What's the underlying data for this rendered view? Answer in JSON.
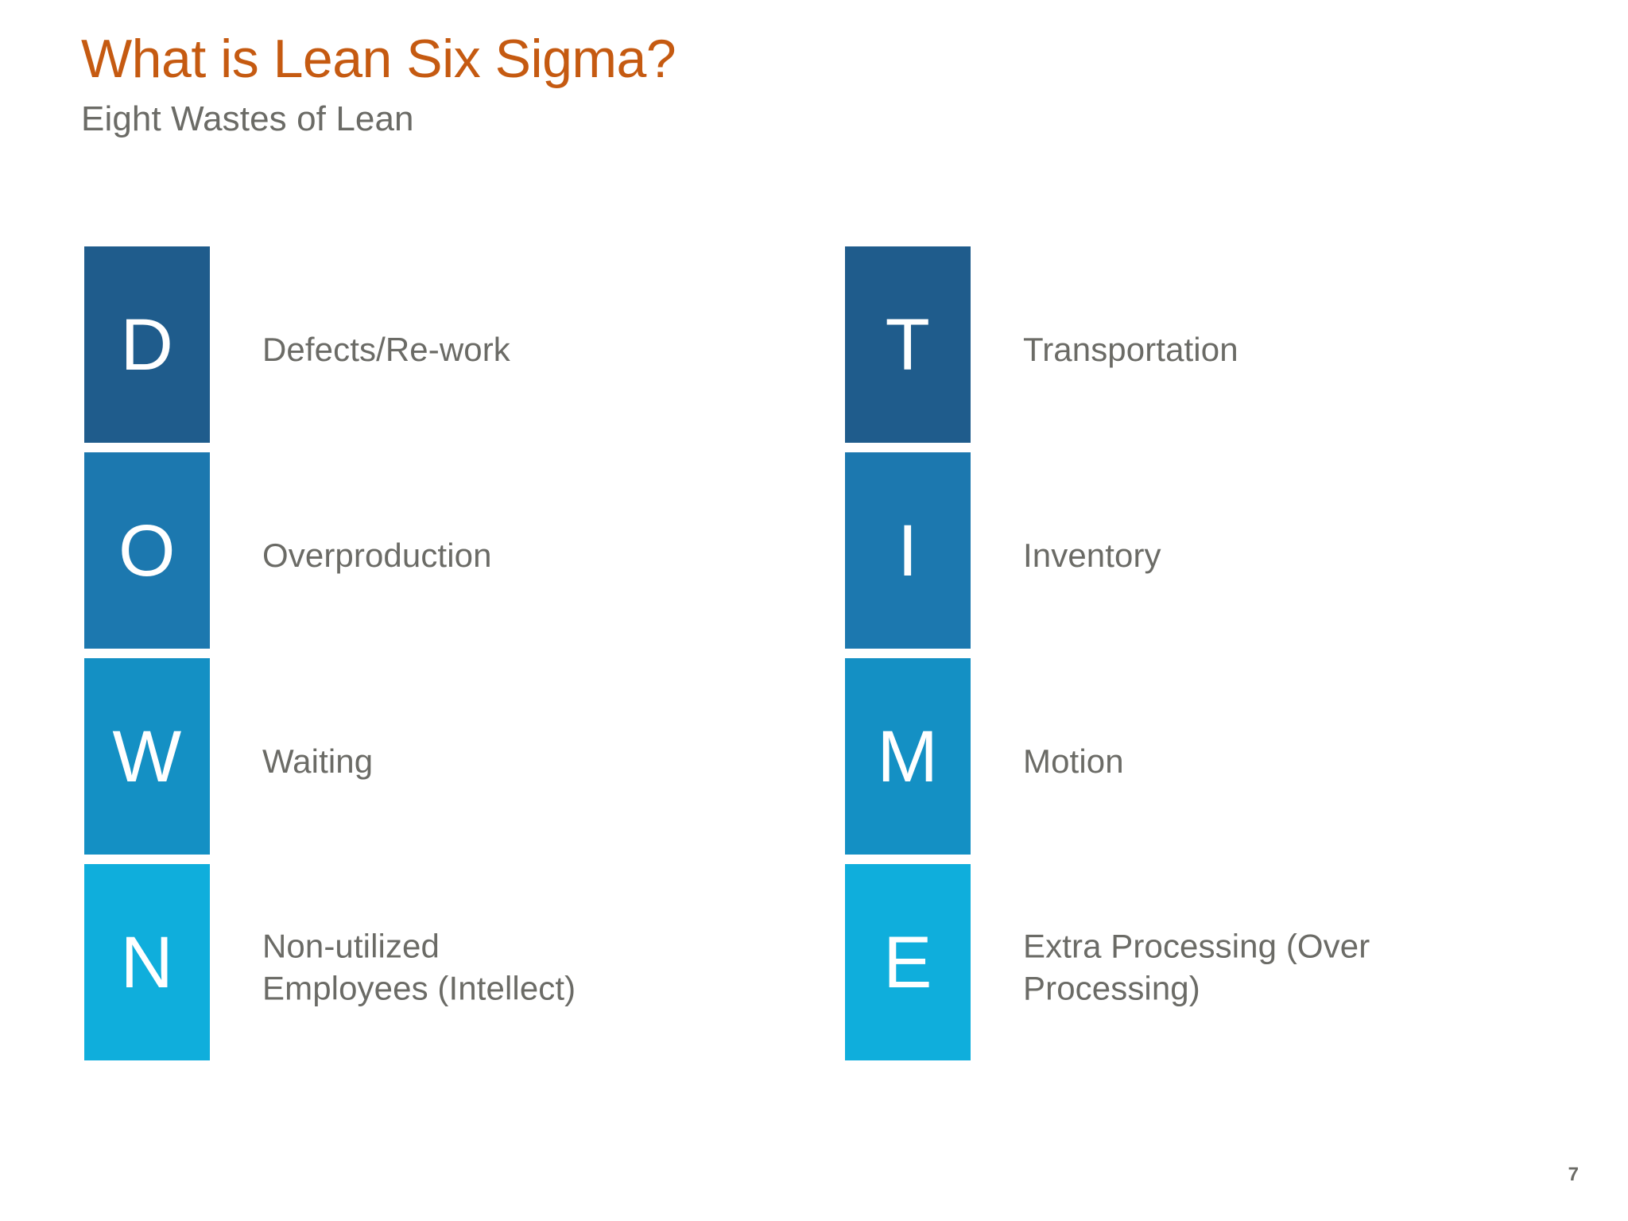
{
  "slide": {
    "title": "What is Lean Six Sigma?",
    "subtitle": "Eight Wastes of Lean",
    "page_number": "7",
    "background_color": "#FFFFFF",
    "title_color": "#C55A11",
    "text_color": "#6B6B66"
  },
  "columns": [
    {
      "name": "DOWN",
      "acronym": "DOWN",
      "items": [
        {
          "letter": "D",
          "label": "Defects/Re-work",
          "lines": [
            "Defects/Re-work"
          ],
          "color": "#1F5C8C"
        },
        {
          "letter": "O",
          "label": "Overproduction",
          "lines": [
            "Overproduction"
          ],
          "color": "#1C78AF"
        },
        {
          "letter": "W",
          "label": "Waiting",
          "lines": [
            "Waiting"
          ],
          "color": "#1490C4"
        },
        {
          "letter": "N",
          "label": "Non-utilized Employees (Intellect)",
          "lines": [
            "Non-utilized",
            "Employees (Intellect)"
          ],
          "color": "#0FAEDC"
        }
      ]
    },
    {
      "name": "TIME",
      "acronym": "TIME",
      "items": [
        {
          "letter": "T",
          "label": "Transportation",
          "lines": [
            "Transportation"
          ],
          "color": "#1F5C8C"
        },
        {
          "letter": "I",
          "label": "Inventory",
          "lines": [
            "Inventory"
          ],
          "color": "#1C78AF"
        },
        {
          "letter": "M",
          "label": "Motion",
          "lines": [
            "Motion"
          ],
          "color": "#1490C4"
        },
        {
          "letter": "E",
          "label": "Extra Processing (Over Processing)",
          "lines": [
            "Extra Processing (Over",
            "Processing)"
          ],
          "color": "#0FAEDC"
        }
      ]
    }
  ]
}
